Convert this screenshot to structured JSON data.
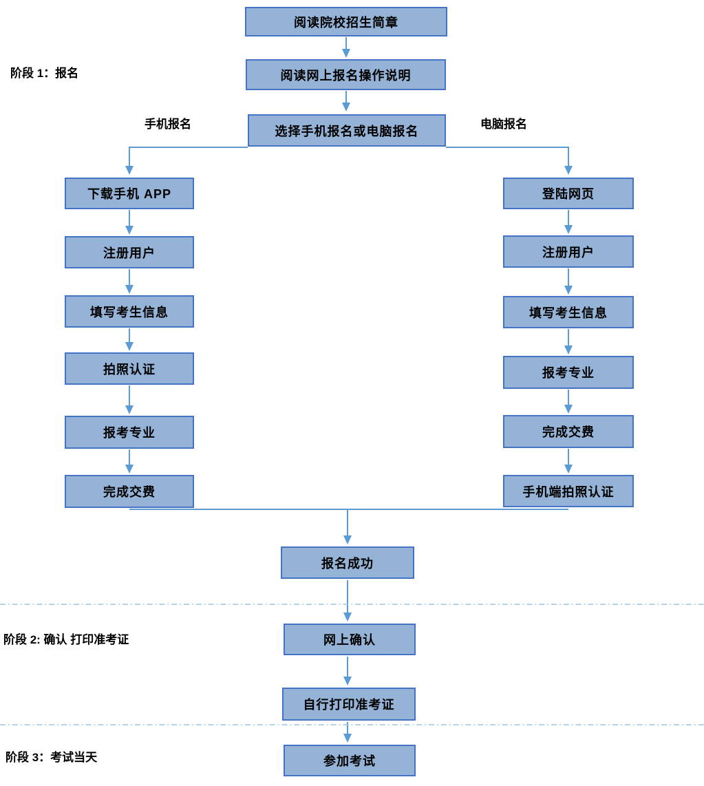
{
  "diagram": {
    "title_hint": "报名考试流程图",
    "phase_labels": {
      "phase1": "阶段 1：报名",
      "phase2": "阶段 2: 确认 打印准考证",
      "phase3": "阶段 3：考试当天"
    },
    "branch_labels": {
      "mobile": "手机报名",
      "pc": "电脑报名"
    },
    "nodes": {
      "read_brochure": "阅读院校招生简章",
      "read_instructions": "阅读网上报名操作说明",
      "choose_method": "选择手机报名或电脑报名",
      "download_app": "下载手机 APP",
      "register_user_mobile": "注册用户",
      "fill_info_mobile": "填写考生信息",
      "photo_auth_mobile": "拍照认证",
      "apply_major_mobile": "报考专业",
      "pay_mobile": "完成交费",
      "login_web": "登陆网页",
      "register_user_pc": "注册用户",
      "fill_info_pc": "填写考生信息",
      "apply_major_pc": "报考专业",
      "pay_pc": "完成交费",
      "phone_photo_auth": "手机端拍照认证",
      "register_success": "报名成功",
      "online_confirm": "网上确认",
      "print_admission_ticket": "自行打印准考证",
      "take_exam": "参加考试"
    },
    "colors": {
      "node_fill": "#95B3D7",
      "node_border": "#4472C4",
      "arrow": "#5B9BD5",
      "divider": "#9CC3E5",
      "text": "#000000"
    }
  }
}
